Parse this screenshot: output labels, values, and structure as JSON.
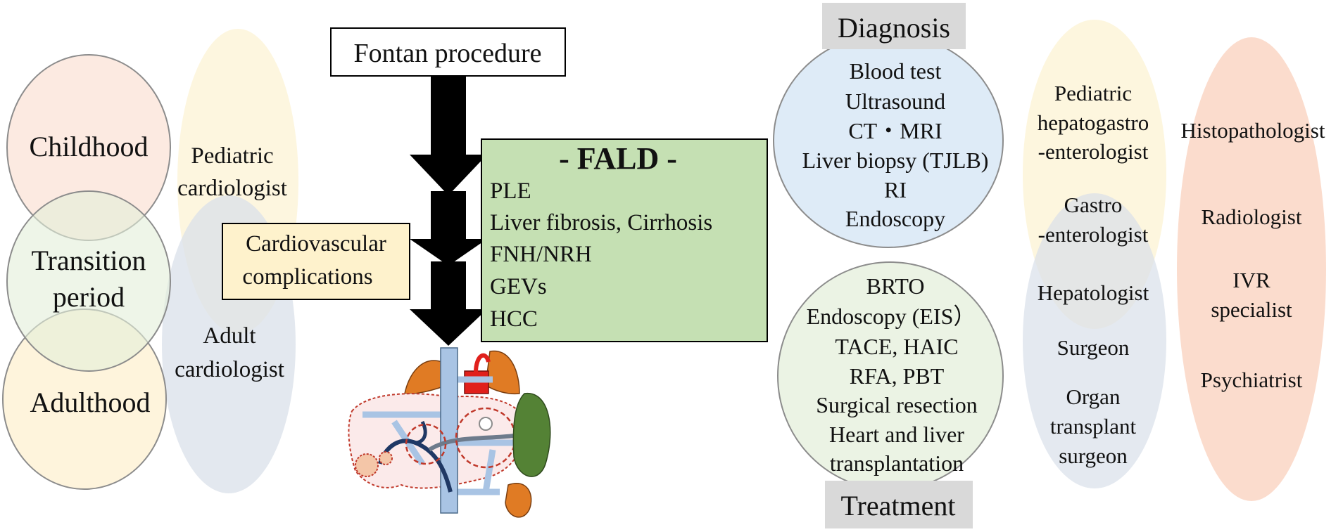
{
  "stages": {
    "childhood": "Childhood",
    "transition_line1": "Transition",
    "transition_line2": "period",
    "adulthood": "Adulthood"
  },
  "cardiologists": {
    "pediatric_line1": "Pediatric",
    "pediatric_line2": "cardiologist",
    "adult_line1": "Adult",
    "adult_line2": "cardiologist"
  },
  "fontan_label": "Fontan procedure",
  "cardiovascular": {
    "line1": "Cardiovascular",
    "line2": "complications"
  },
  "fald": {
    "title": "- FALD -",
    "items": [
      "PLE",
      "Liver fibrosis, Cirrhosis",
      "FNH/NRH",
      "GEVs",
      "HCC"
    ]
  },
  "diagnosis": {
    "label": "Diagnosis",
    "items": [
      "Blood test",
      "Ultrasound",
      "CT・MRI",
      "Liver biopsy (TJLB)",
      "RI",
      "Endoscopy"
    ]
  },
  "treatment": {
    "label": "Treatment",
    "items": [
      "BRTO",
      "Endoscopy (EIS）",
      "TACE, HAIC",
      "RFA, PBT",
      "Surgical resection",
      "Heart and liver",
      "transplantation"
    ]
  },
  "specialists_gi": {
    "pediatric_hepato": [
      "Pediatric",
      "hepatogastro",
      "-enterologist"
    ],
    "gastro": [
      "Gastro",
      "-enterologist"
    ],
    "hepatologist": "Hepatologist",
    "surgeon": "Surgeon",
    "transplant": [
      "Organ",
      "transplant",
      "surgeon"
    ]
  },
  "specialists_other": {
    "histopathologist": "Histopathologist",
    "radiologist": "Radiologist",
    "ivr": [
      "IVR",
      "specialist"
    ],
    "psychiatrist": "Psychiatrist"
  },
  "colors": {
    "childhood_fill": "#fbe6dc",
    "transition_fill": "#e2efd9",
    "adulthood_fill": "#fdf0d0",
    "pediatric_cardio_fill": "#fdf5dc",
    "adult_cardio_fill": "#d9e0ea",
    "fald_box": "#c5e0b3",
    "cardiovascular_box": "#fef2cc",
    "diagnosis_circle": "#deebf7",
    "treatment_circle": "#ebf3e4",
    "label_tab": "#d9d9d9",
    "orange_oval": "#fbd8c8",
    "liver_red": "#c0392b",
    "vessel_blue": "#a9c4e4",
    "vein_navy": "#1f3864",
    "spleen_green": "#548235",
    "lung_orange": "#e07b24"
  },
  "icons": {
    "arrow": "down-arrow-icon",
    "liver": "liver-anatomy-icon"
  }
}
